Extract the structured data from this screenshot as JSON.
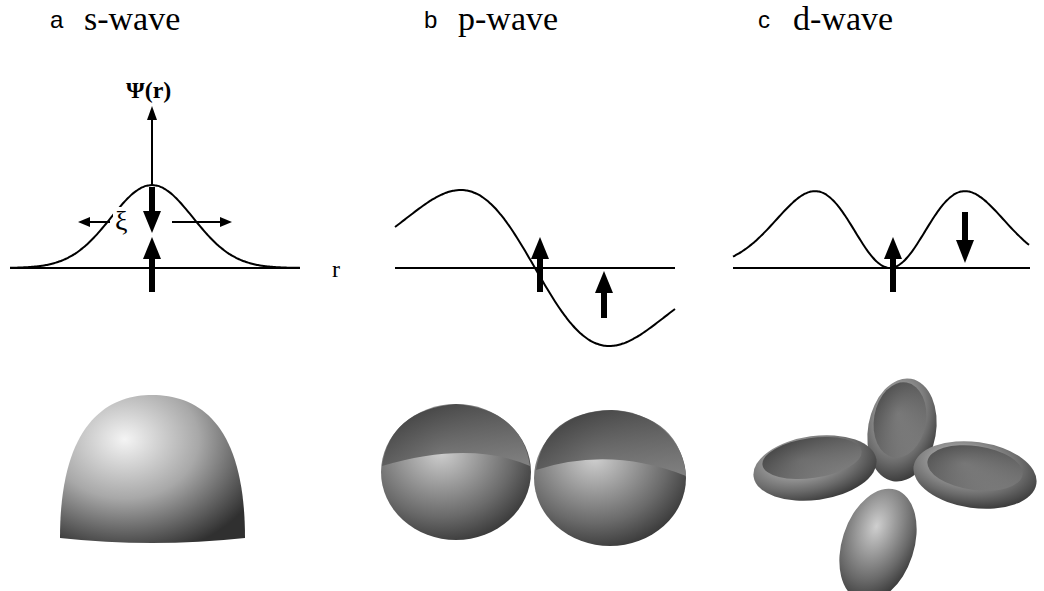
{
  "diagram": {
    "labels": [
      "a",
      "s-wave",
      "b",
      "p-wave",
      "c",
      "d-wave",
      "Ψ(r)",
      "ξ",
      "r"
    ]
  }
}
